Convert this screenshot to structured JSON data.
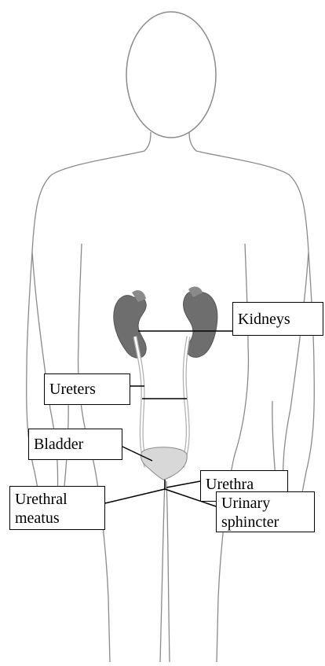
{
  "labels": {
    "kidneys": "Kidneys",
    "ureters": "Ureters",
    "bladder": "Bladder",
    "urethra": "Urethra",
    "urethral_meatus": [
      "Urethral",
      "meatus"
    ],
    "urinary_sphincter": [
      "Urinary",
      "sphincter"
    ]
  },
  "colors": {
    "outline": "#8a8a8a",
    "kidney_fill": "#6e6e6e",
    "bladder_fill": "#d8d8d8",
    "leader_line": "#000000"
  }
}
